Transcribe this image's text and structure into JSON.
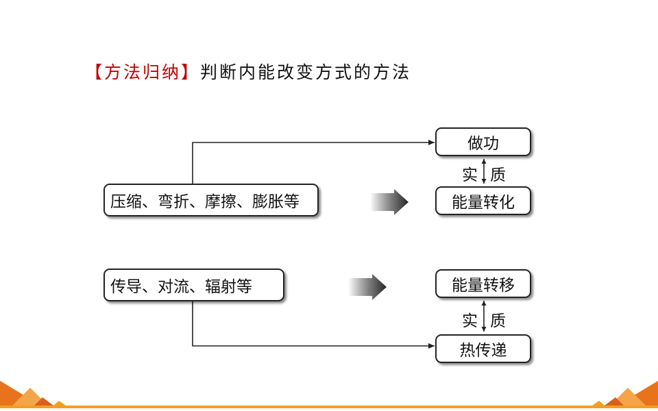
{
  "title": {
    "tag": "【方法归纳】",
    "text": "判断内能改变方式的方法"
  },
  "diagram": {
    "group1": {
      "source": "压缩、弯折、摩擦、膨胀等",
      "target_top": "做功",
      "essence_left": "实",
      "essence_right": "质",
      "target_bottom": "能量转化"
    },
    "group2": {
      "source": "传导、对流、辐射等",
      "target_top": "能量转移",
      "essence_left": "实",
      "essence_right": "质",
      "target_bottom": "热传递"
    }
  },
  "colors": {
    "tag": "#c00000",
    "text": "#111111",
    "accent_orange": "#e8731c",
    "footer": "#f0a020"
  }
}
